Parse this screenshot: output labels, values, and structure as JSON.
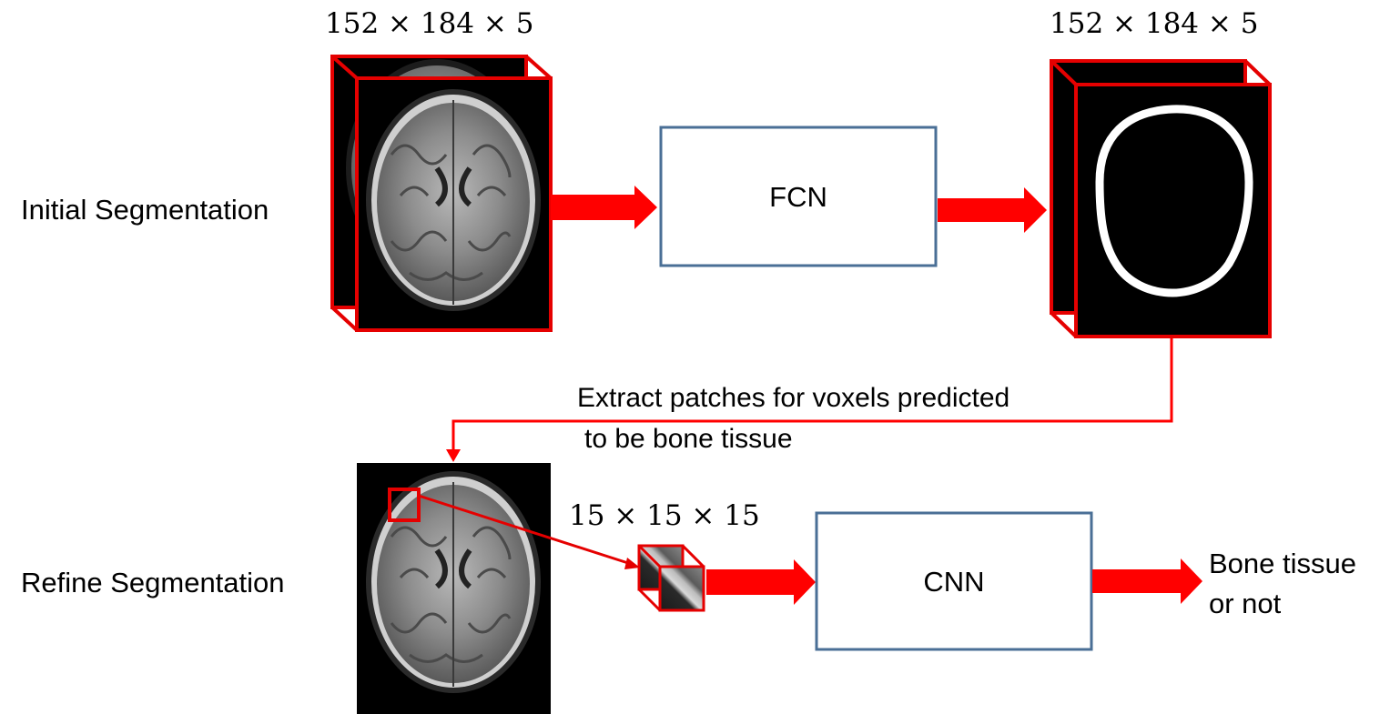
{
  "rows": {
    "initial_label": "Initial Segmentation",
    "refine_label": "Refine Segmentation"
  },
  "dimensions": {
    "input_volume": "152 × 184 × 5",
    "output_volume": "152 × 184 × 5",
    "patch": "15 × 15 × 15"
  },
  "networks": {
    "fcn": "FCN",
    "cnn": "CNN"
  },
  "connector_text": {
    "line1": "Extract patches for voxels predicted",
    "line2": "to be bone tissue"
  },
  "output": {
    "line1": "Bone tissue",
    "line2": "or not"
  },
  "colors": {
    "arrow": "#ff0000",
    "frame": "#e50000",
    "network_box_border": "#4a6f96",
    "background": "#ffffff",
    "volume_fill": "#000000"
  }
}
